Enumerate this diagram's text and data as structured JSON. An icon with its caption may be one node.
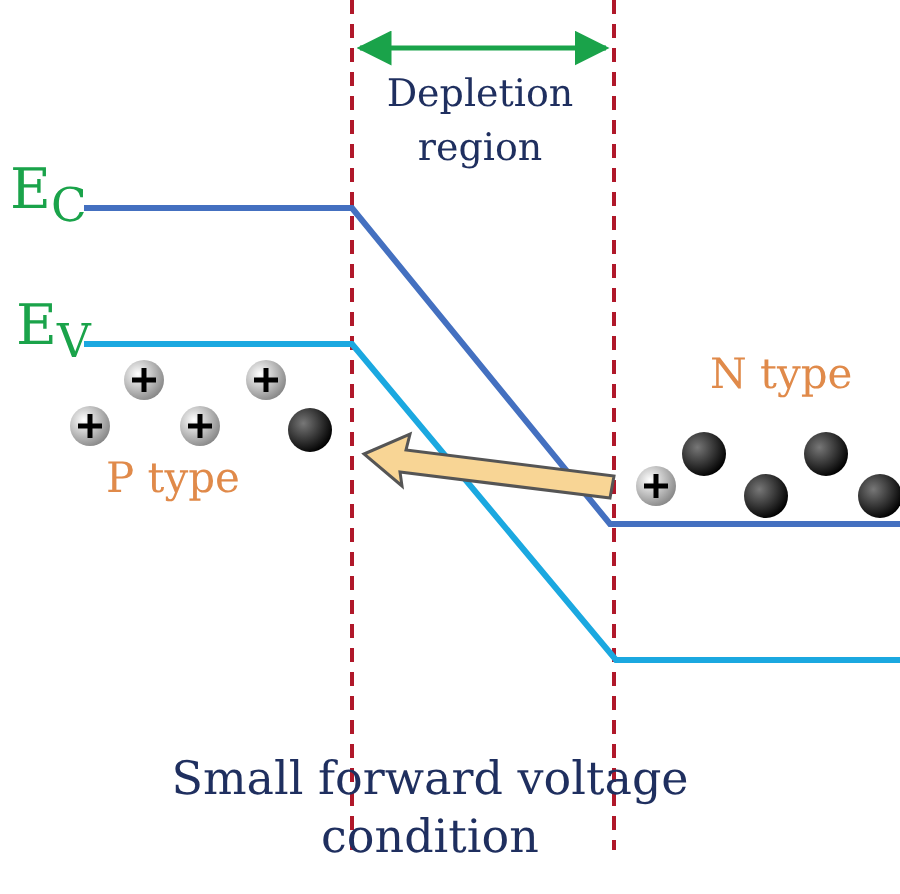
{
  "diagram": {
    "caption": "Small forward voltage condition",
    "labels": [
      "Depletion region",
      "E$_{C}$",
      "E$_{V}$",
      "N type",
      "P type"
    ]
  }
}
